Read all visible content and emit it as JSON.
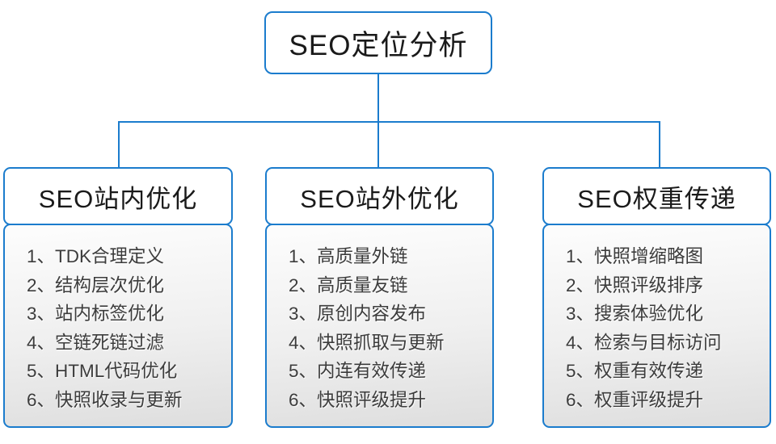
{
  "colors": {
    "accent_border": "#1b7ccd",
    "panel_gradient_top": "#fdfdfd",
    "panel_gradient_bottom": "#dedede",
    "title_text": "#1a1a1a",
    "item_text": "#3c3c3c",
    "background": "#ffffff"
  },
  "root": {
    "title": "SEO定位分析"
  },
  "columns": [
    {
      "title": "SEO站内优化",
      "items": [
        "1、TDK合理定义",
        "2、结构层次优化",
        "3、站内标签优化",
        "4、空链死链过滤",
        "5、HTML代码优化",
        "6、快照收录与更新"
      ]
    },
    {
      "title": "SEO站外优化",
      "items": [
        "1、高质量外链",
        "2、高质量友链",
        "3、原创内容发布",
        "4、快照抓取与更新",
        "5、内连有效传递",
        "6、快照评级提升"
      ]
    },
    {
      "title": "SEO权重传递",
      "items": [
        "1、快照增缩略图",
        "2、快照评级排序",
        "3、搜索体验优化",
        "4、检索与目标访问",
        "5、权重有效传递",
        "6、权重评级提升"
      ]
    }
  ]
}
